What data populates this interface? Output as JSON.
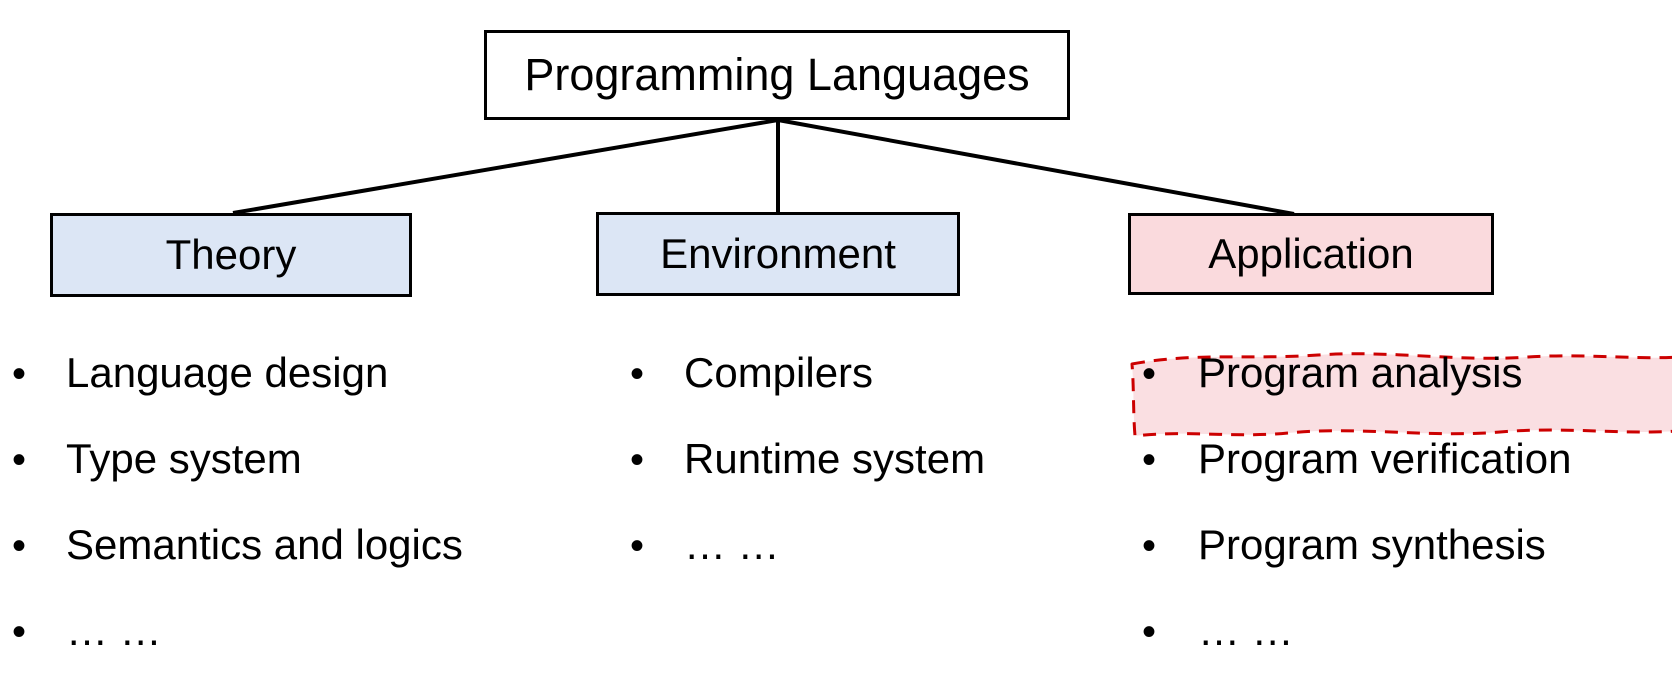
{
  "diagram": {
    "title": "Programming Languages",
    "root": {
      "label": "Programming Languages"
    },
    "branches": [
      {
        "id": "theory",
        "label": "Theory",
        "fill": "#dce6f5",
        "items": [
          "Language design",
          "Type system",
          "Semantics and logics",
          "… …"
        ]
      },
      {
        "id": "environment",
        "label": "Environment",
        "fill": "#dce6f5",
        "items": [
          "Compilers",
          "Runtime system",
          "… …"
        ]
      },
      {
        "id": "application",
        "label": "Application",
        "fill": "#fadadd",
        "items": [
          "Program analysis",
          "Program verification",
          "Program synthesis",
          "… …"
        ],
        "highlighted_item": "Program analysis"
      }
    ],
    "bullet_glyph": "•",
    "colors": {
      "outline": "#000000",
      "blue_fill": "#dce6f5",
      "pink_fill": "#fadadd",
      "highlight_stroke": "#cc0000",
      "highlight_fill": "#fadfe2",
      "background": "#ffffff",
      "text": "#000000"
    }
  }
}
